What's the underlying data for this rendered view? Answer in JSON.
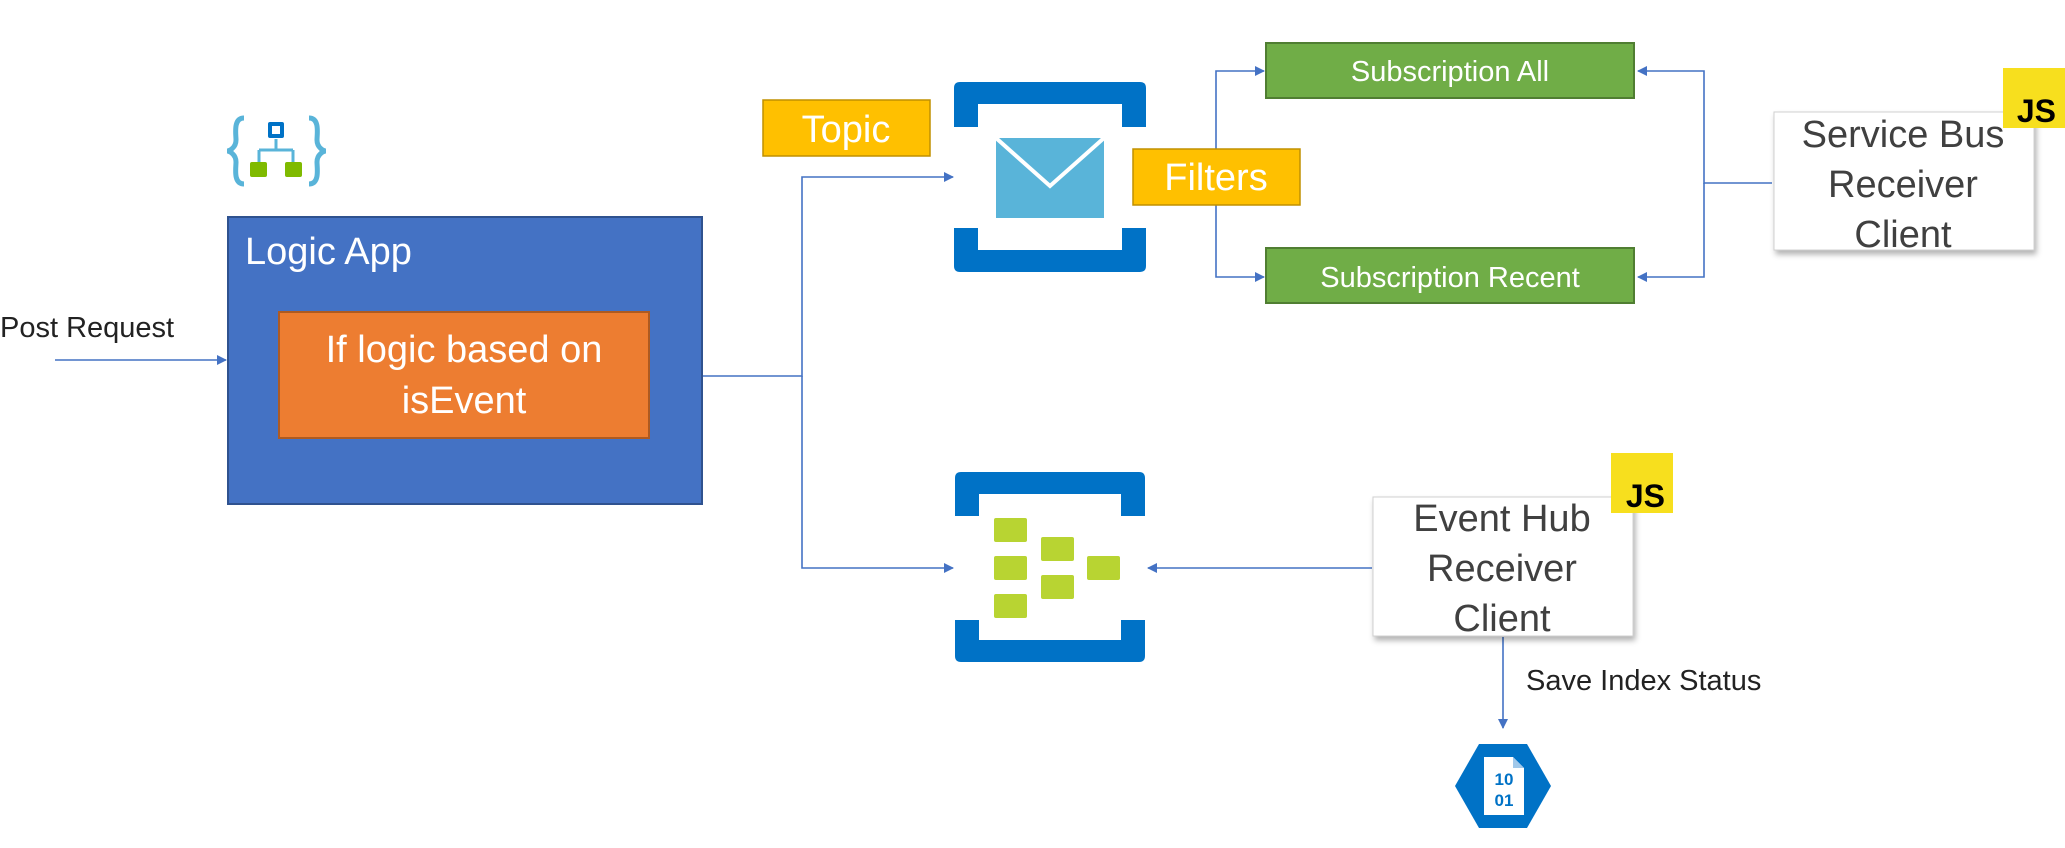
{
  "labels": {
    "post_request": "Post Request",
    "logic_app": "Logic App",
    "if_logic_line1": "If logic based on",
    "if_logic_line2": "isEvent",
    "topic": "Topic",
    "filters": "Filters",
    "subscription_all": "Subscription All",
    "subscription_recent": "Subscription Recent",
    "sb_client_line1": "Service Bus",
    "sb_client_line2": "Receiver",
    "sb_client_line3": "Client",
    "eh_client_line1": "Event Hub",
    "eh_client_line2": "Receiver",
    "eh_client_line3": "Client",
    "save_index_status": "Save Index Status",
    "js_badge": "JS",
    "storage_glyph_line1": "10",
    "storage_glyph_line2": "01"
  },
  "icons": {
    "logic_app": "logic-app-icon",
    "service_bus": "service-bus-topic-icon",
    "event_hub": "event-hub-icon",
    "storage": "blob-storage-icon",
    "js": "javascript-icon"
  },
  "colors": {
    "logic_app_box": "#4472c4",
    "if_logic_box": "#ed7d31",
    "topic_box": "#ffc000",
    "subscription_box": "#70ad47",
    "js_badge": "#f7df1e",
    "azure_blue": "#0072c6",
    "envelope": "#59b4d9",
    "event_hub_green": "#b8d432",
    "connector": "#4472c4"
  }
}
